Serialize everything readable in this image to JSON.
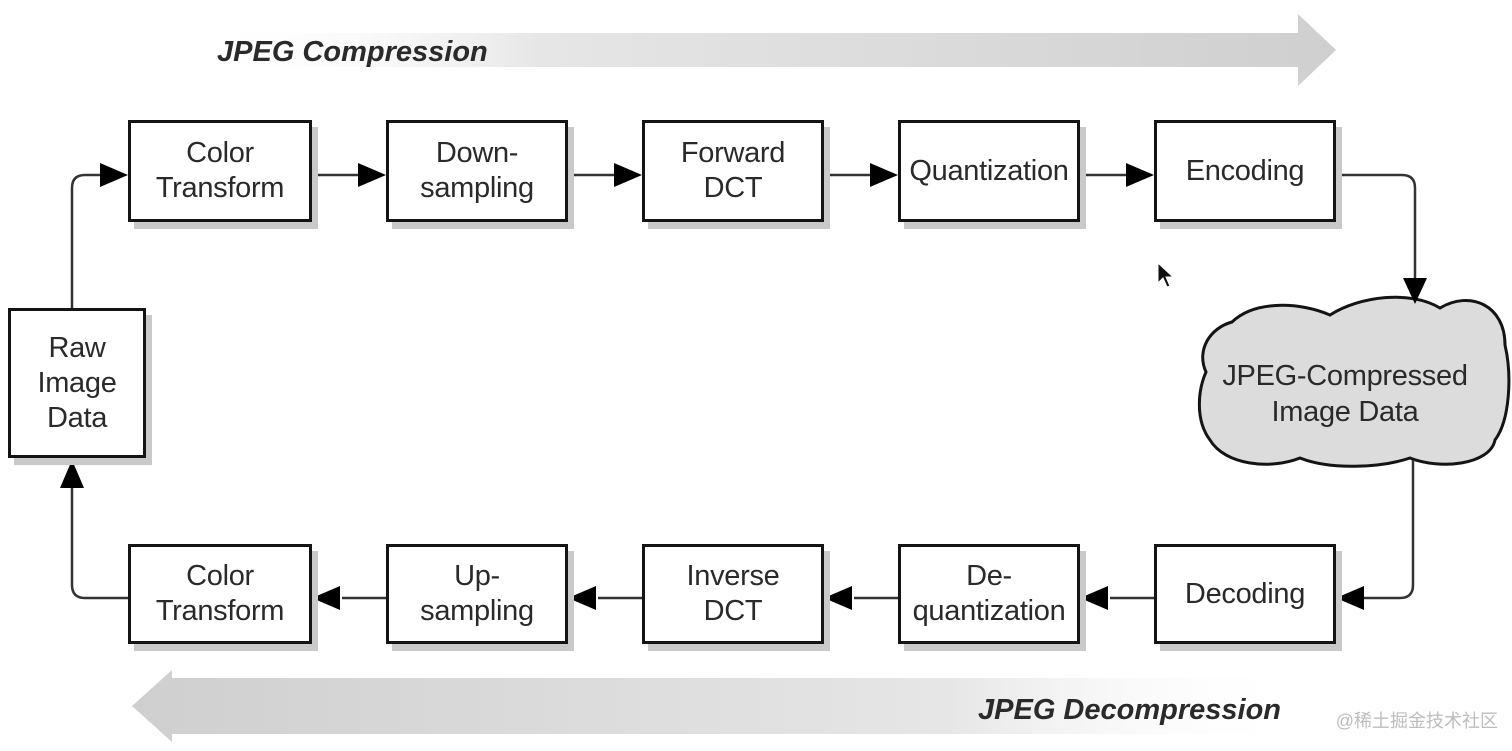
{
  "banners": {
    "compression": "JPEG Compression",
    "decompression": "JPEG Decompression"
  },
  "compression_steps": [
    {
      "line1": "Color",
      "line2": "Transform"
    },
    {
      "line1": "Down-",
      "line2": "sampling"
    },
    {
      "line1": "Forward",
      "line2": "DCT"
    },
    {
      "line1": "Quantization",
      "line2": ""
    },
    {
      "line1": "Encoding",
      "line2": ""
    }
  ],
  "decompression_steps": [
    {
      "line1": "Decoding",
      "line2": ""
    },
    {
      "line1": "De-",
      "line2": "quantization"
    },
    {
      "line1": "Inverse",
      "line2": "DCT"
    },
    {
      "line1": "Up-",
      "line2": "sampling"
    },
    {
      "line1": "Color",
      "line2": "Transform"
    }
  ],
  "raw_data": {
    "line1": "Raw",
    "line2": "Image",
    "line3": "Data"
  },
  "compressed_data": {
    "line1": "JPEG-Compressed",
    "line2": "Image Data"
  },
  "watermark": "@稀土掘金技术社区",
  "colors": {
    "box_border": "#141414",
    "box_shadow": "#c9c9c9",
    "cloud_fill": "#dcdcdc",
    "banner_arrow": "#d8d8d8",
    "connector": "#333333",
    "arrowhead": "#000000"
  }
}
